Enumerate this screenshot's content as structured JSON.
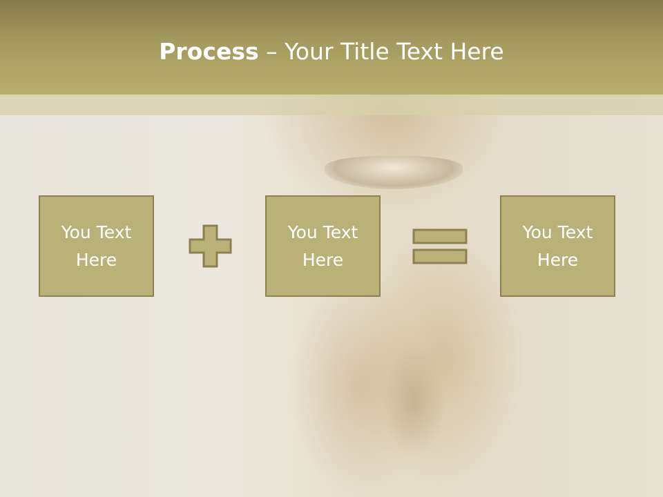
{
  "slide": {
    "title_strong": "Process",
    "title_rest": " – Your Title Text Here"
  },
  "boxes": [
    {
      "label": "You Text\nHere"
    },
    {
      "label": "You Text\nHere"
    },
    {
      "label": "You Text\nHere"
    }
  ],
  "colors": {
    "header": "#b9ae6b",
    "box_fill": "#bab179",
    "box_border": "#8c8150",
    "text": "#ffffff"
  },
  "icons": {
    "operator_1": "plus-icon",
    "operator_2": "equals-icon"
  }
}
